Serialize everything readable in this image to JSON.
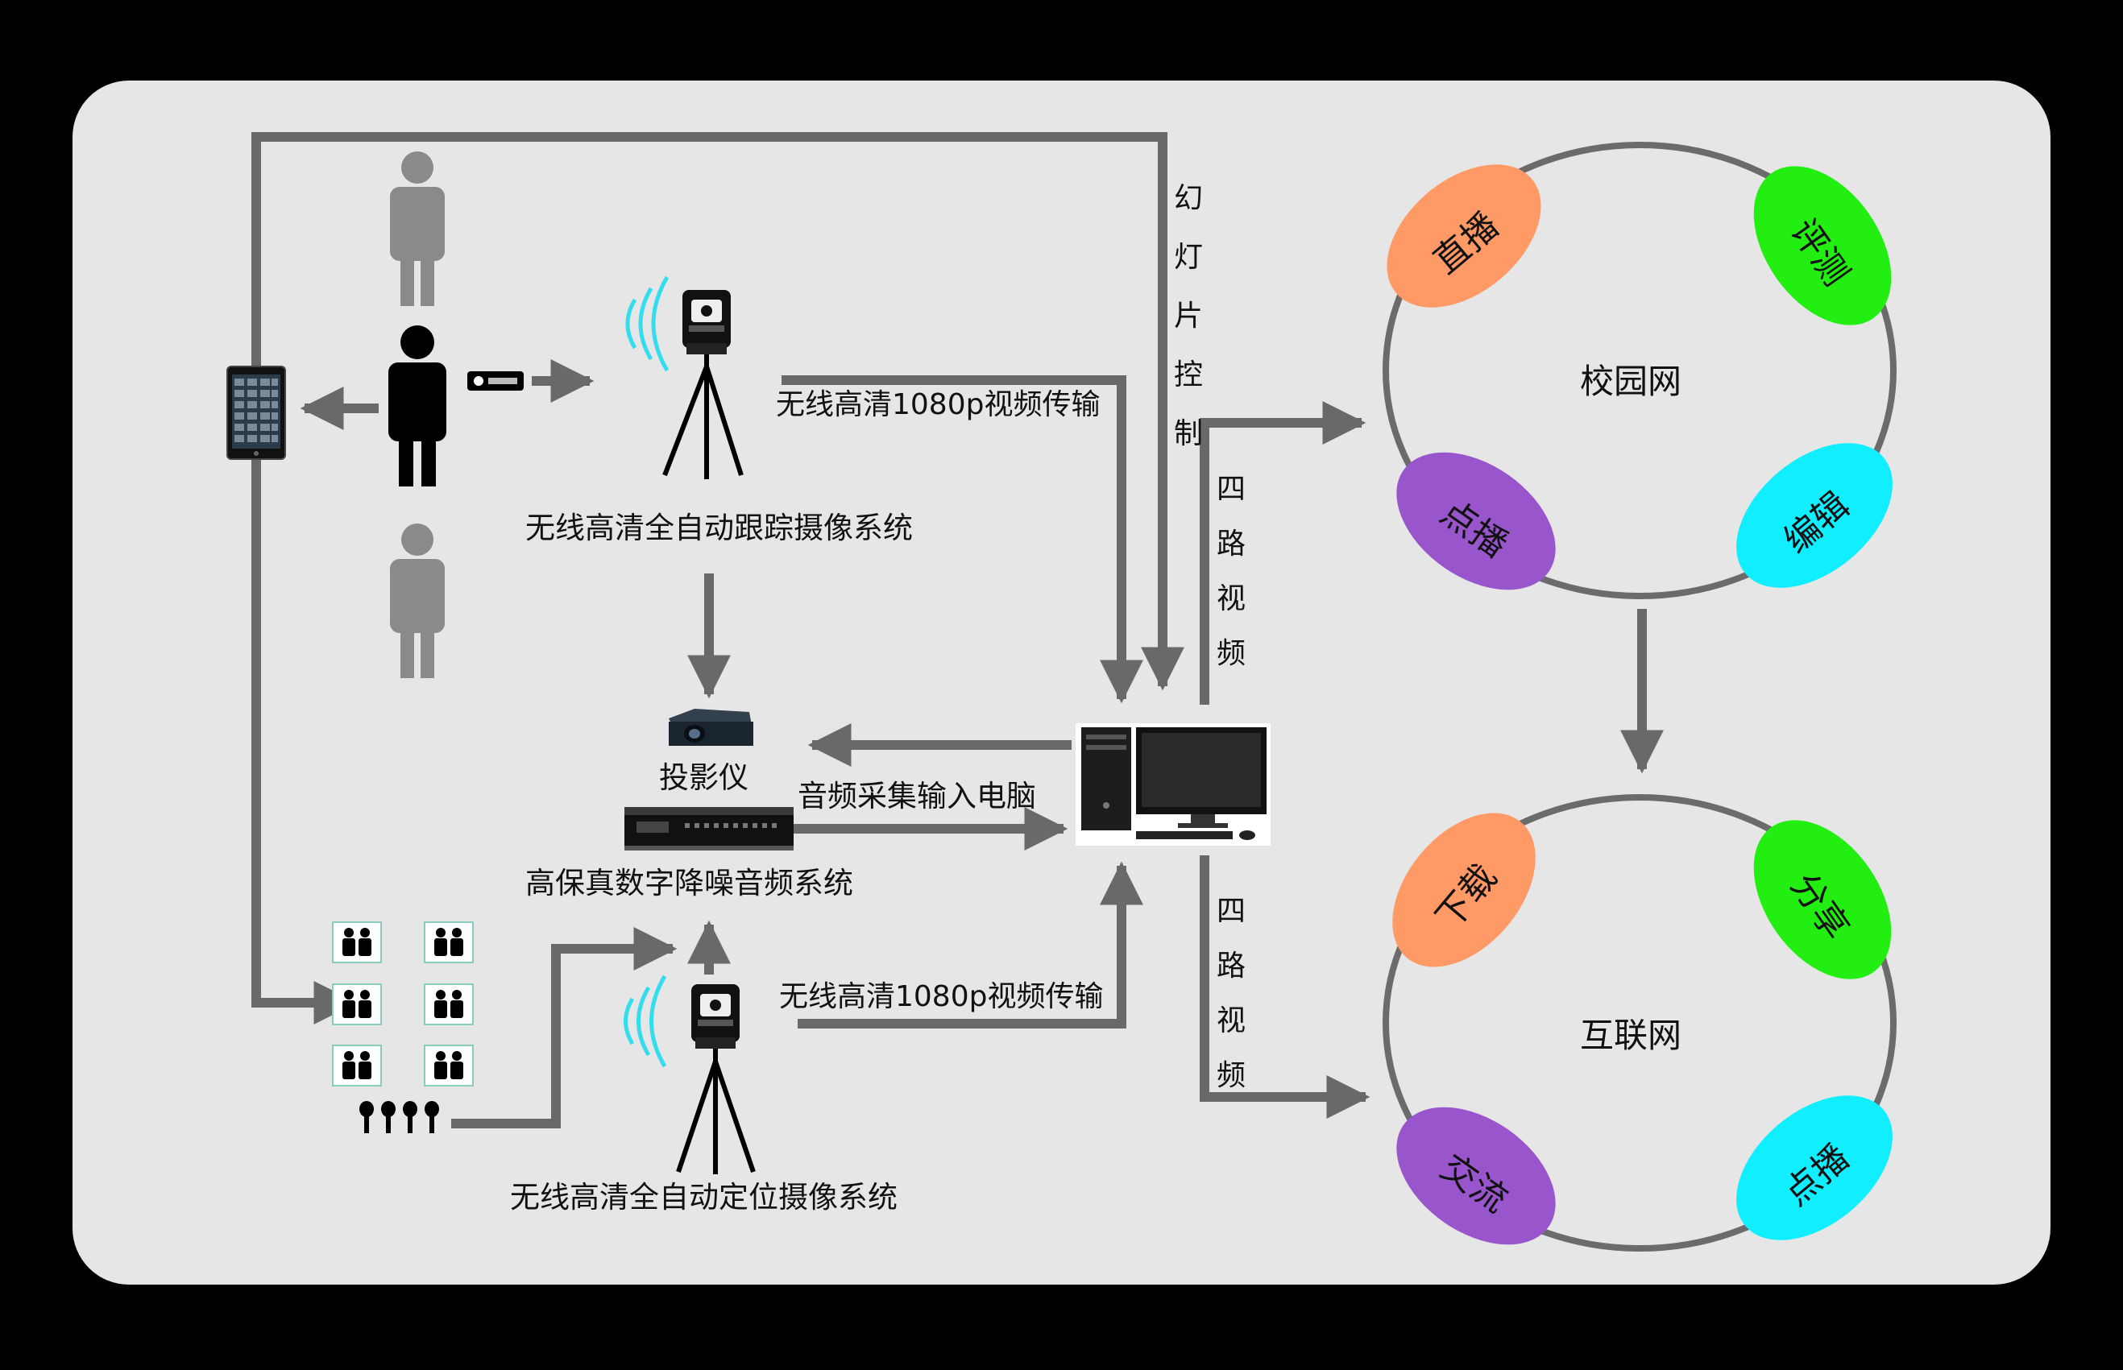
{
  "diagram": {
    "labels": {
      "tracking_camera_system": "无线高清全自动跟踪摄像系统",
      "positioning_camera_system": "无线高清全自动定位摄像系统",
      "wireless_video_top": "无线高清1080p视频传输",
      "wireless_video_bottom": "无线高清1080p视频传输",
      "projector": "投影仪",
      "audio_to_pc": "音频采集输入电脑",
      "audio_system": "高保真数字降噪音频系统",
      "slide_control": [
        "幻",
        "灯",
        "片",
        "控",
        "制"
      ],
      "four_video_top": [
        "四",
        "路",
        "视",
        "频"
      ],
      "four_video_bottom": [
        "四",
        "路",
        "视",
        "频"
      ]
    },
    "campus_ring": {
      "title": "校园网",
      "nodes": [
        {
          "label": "直播",
          "color": "#FF9966"
        },
        {
          "label": "评测",
          "color": "#22EE11"
        },
        {
          "label": "点播",
          "color": "#9955CC"
        },
        {
          "label": "编辑",
          "color": "#11EEFF"
        }
      ]
    },
    "internet_ring": {
      "title": "互联网",
      "nodes": [
        {
          "label": "下载",
          "color": "#FF9966"
        },
        {
          "label": "分享",
          "color": "#22EE11"
        },
        {
          "label": "交流",
          "color": "#9955CC"
        },
        {
          "label": "点播",
          "color": "#11EEFF"
        }
      ]
    },
    "colors": {
      "background": "#000000",
      "panel": "#E6E6E6",
      "arrow": "#696969",
      "ring": "#6B6B6B",
      "person_gray": "#8A8A8A",
      "person_black": "#000000",
      "wireless_wave": "#33DDEE"
    }
  }
}
